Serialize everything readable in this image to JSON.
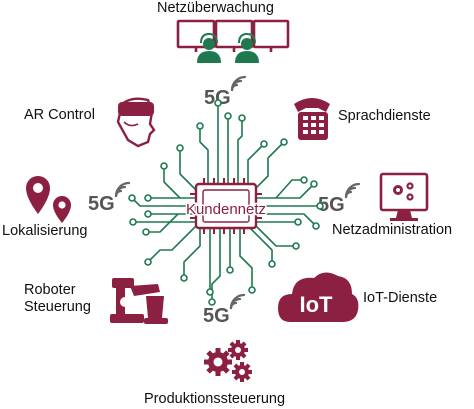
{
  "center": {
    "label": "Kundennetz"
  },
  "nodes": {
    "top": "Netzüberwachung",
    "ar": "AR Control",
    "voice": "Sprachdienste",
    "location": "Lokalisierung",
    "netadmin": "Netzadministration",
    "robot_line1": "Roboter",
    "robot_line2": "Steuerung",
    "iot_services": "IoT-Dienste",
    "production": "Produktionssteuerung"
  },
  "badges": {
    "fiveg": "5G",
    "iot": "IoT"
  },
  "icons": [
    "monitor-icon",
    "headset-person-icon",
    "vr-headset-icon",
    "telephone-icon",
    "location-pin-icon",
    "gear-monitor-icon",
    "robot-arm-icon",
    "cloud-icon",
    "gears-icon",
    "chip-icon",
    "signal-icon"
  ],
  "colors": {
    "maroon": "#8b2040",
    "green": "#1e7a4e",
    "gray": "#555555"
  }
}
